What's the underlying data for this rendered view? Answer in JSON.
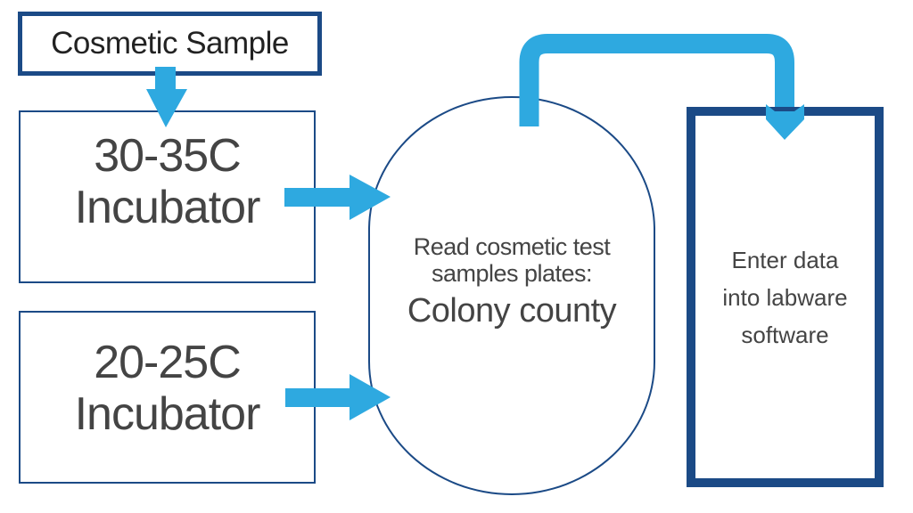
{
  "diagram": {
    "title": "Cosmetic sample testing workflow",
    "colors": {
      "arrow": "#2ea9e0",
      "border": "#1b4a86",
      "text": "#444444",
      "background": "#ffffff"
    },
    "nodes": {
      "sample": {
        "label": "Cosmetic Sample"
      },
      "incubator_1": {
        "line1": "30-35C",
        "line2": "Incubator"
      },
      "incubator_2": {
        "line1": "20-25C",
        "line2": "Incubator"
      },
      "read": {
        "line1": "Read cosmetic test",
        "line2": "samples plates:",
        "line3": "Colony county"
      },
      "data_entry": {
        "line1": "Enter data",
        "line2": "into labware",
        "line3": "software"
      }
    },
    "edges": [
      {
        "from": "sample",
        "to": "incubator_1"
      },
      {
        "from": "incubator_1",
        "to": "read"
      },
      {
        "from": "incubator_2",
        "to": "read"
      },
      {
        "from": "read",
        "to": "data_entry"
      }
    ]
  }
}
